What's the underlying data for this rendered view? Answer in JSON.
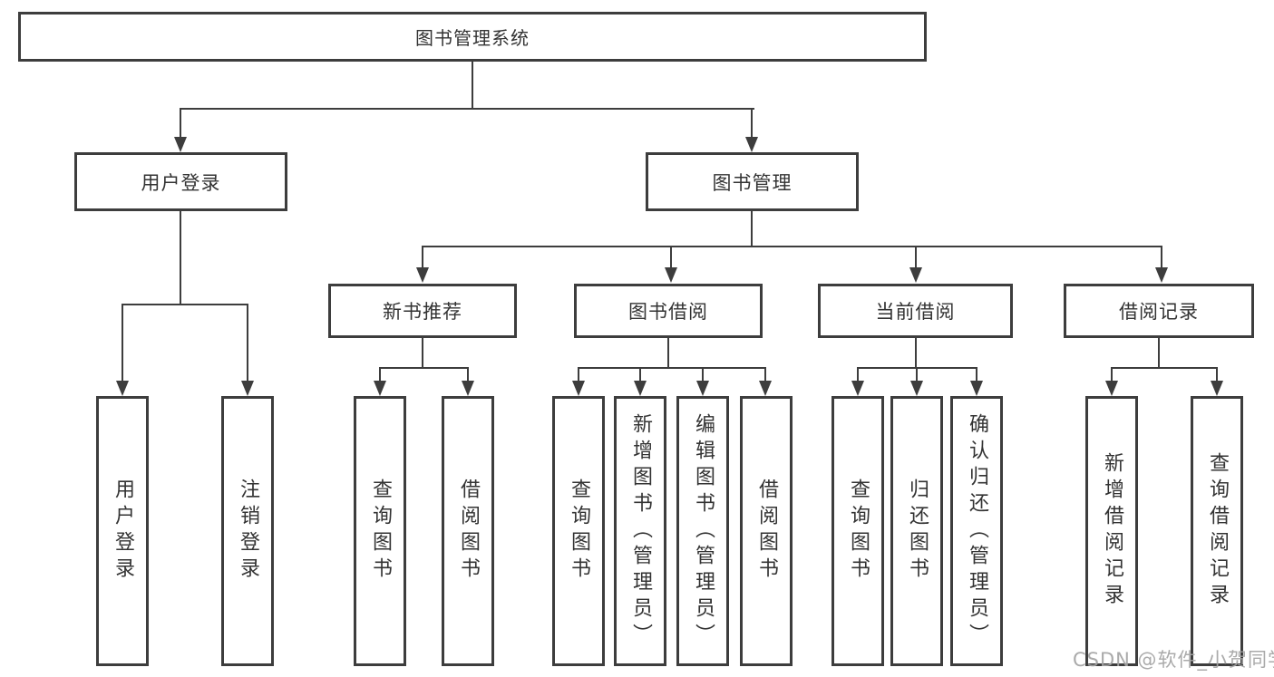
{
  "diagram": {
    "type": "hierarchy-tree",
    "colors": {
      "line": "#3d3d3d",
      "text": "#333333",
      "background": "#ffffff",
      "watermark": "#a3a3a3"
    }
  },
  "tree": {
    "label": "图书管理系统",
    "children": [
      {
        "label": "用户登录",
        "children": [
          {
            "label": "用户登录"
          },
          {
            "label": "注销登录"
          }
        ]
      },
      {
        "label": "图书管理",
        "children": [
          {
            "label": "新书推荐",
            "children": [
              {
                "label": "查询图书"
              },
              {
                "label": "借阅图书"
              }
            ]
          },
          {
            "label": "图书借阅",
            "children": [
              {
                "label": "查询图书"
              },
              {
                "label": "新增图书（管理员）"
              },
              {
                "label": "编辑图书（管理员）"
              },
              {
                "label": "借阅图书"
              }
            ]
          },
          {
            "label": "当前借阅",
            "children": [
              {
                "label": "查询图书"
              },
              {
                "label": "归还图书"
              },
              {
                "label": "确认归还（管理员）"
              }
            ]
          },
          {
            "label": "借阅记录",
            "children": [
              {
                "label": "新增借阅记录"
              },
              {
                "label": "查询借阅记录"
              }
            ]
          }
        ]
      }
    ]
  },
  "watermark": {
    "text": "CSDN @软件_小贺同学"
  }
}
